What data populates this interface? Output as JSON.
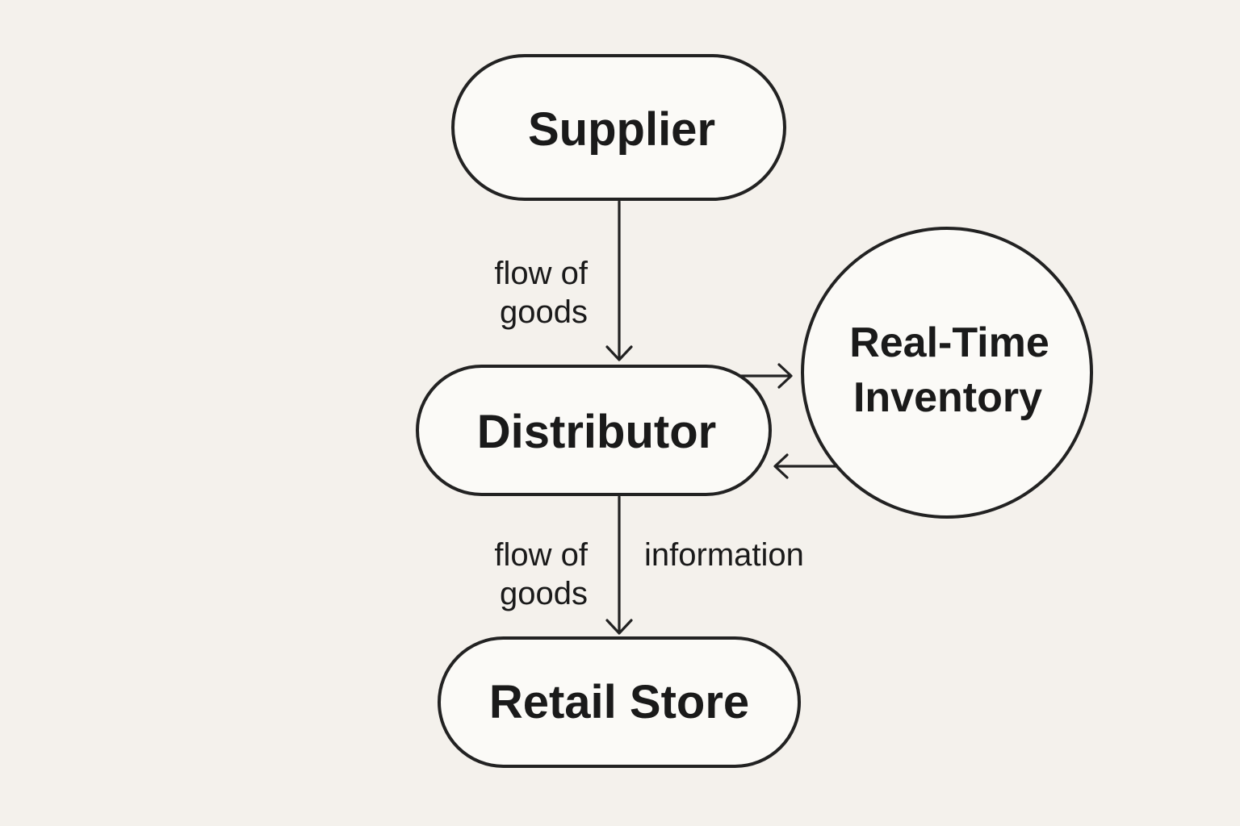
{
  "colors": {
    "background": "#f4f1ec",
    "node_fill": "#fbfaf7",
    "stroke": "#222222",
    "text": "#1a1a1a"
  },
  "nodes": {
    "supplier": {
      "label": "Supplier",
      "shape": "rounded-rectangle"
    },
    "distributor": {
      "label": "Distributor",
      "shape": "rounded-rectangle"
    },
    "retail_store": {
      "label": "Retail Store",
      "shape": "rounded-rectangle"
    },
    "inventory": {
      "label_line1": "Real-Time",
      "label_line2": "Inventory",
      "shape": "circle"
    }
  },
  "edges": {
    "supplier_to_distributor": {
      "from": "Supplier",
      "to": "Distributor",
      "label_line1": "flow of",
      "label_line2": "goods"
    },
    "distributor_to_retail": {
      "from": "Distributor",
      "to": "Retail Store",
      "label_line1": "flow of",
      "label_line2": "goods",
      "label_side": "information"
    },
    "distributor_to_inventory": {
      "from": "Distributor",
      "to": "Real-Time Inventory"
    },
    "inventory_to_distributor": {
      "from": "Real-Time Inventory",
      "to": "Distributor"
    }
  }
}
